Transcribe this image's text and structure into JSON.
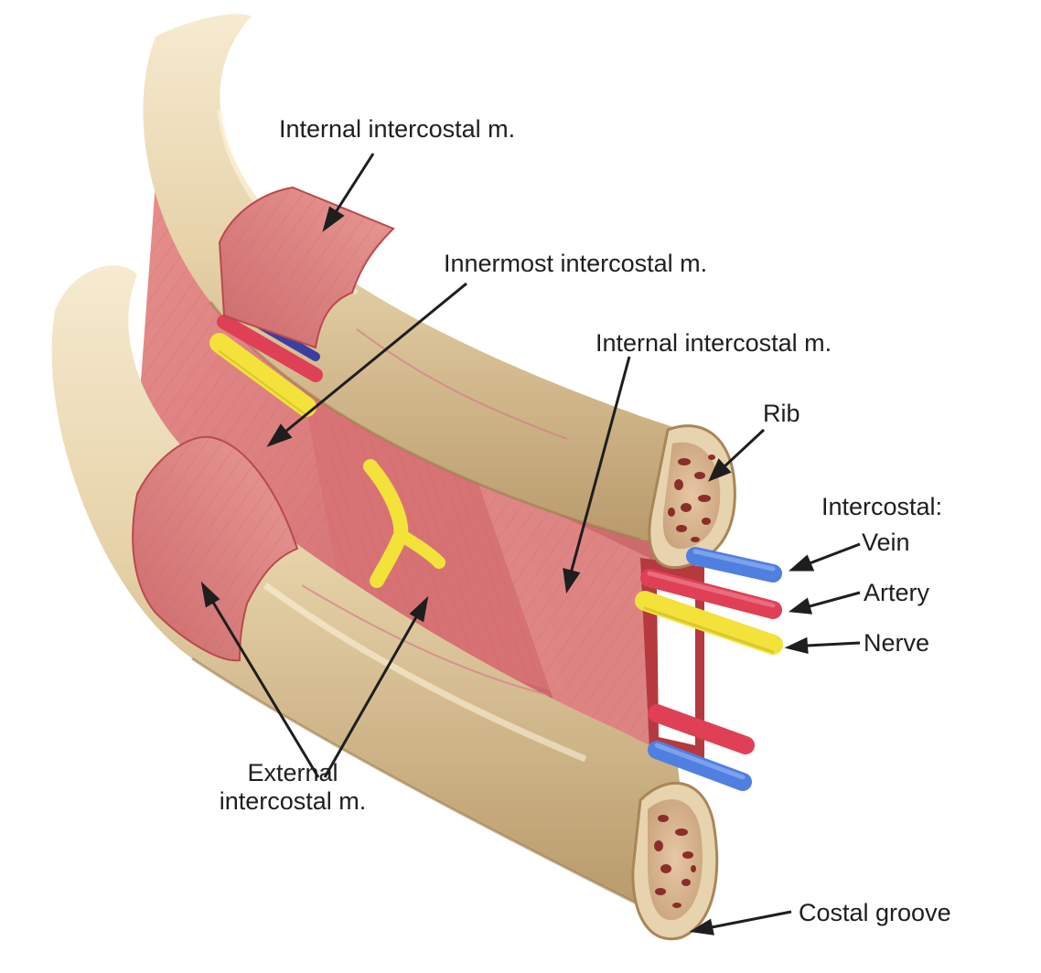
{
  "labels": {
    "internal_intercostal_top": "Internal intercostal m.",
    "innermost_intercostal": "Innermost intercostal m.",
    "internal_intercostal_right": "Internal intercostal m.",
    "rib": "Rib",
    "intercostal_heading": "Intercostal:",
    "vein": "Vein",
    "artery": "Artery",
    "nerve": "Nerve",
    "external_line1": "External",
    "external_line2": "intercostal m.",
    "costal_groove": "Costal groove"
  },
  "colors": {
    "bone": "#e9d8b2",
    "bone_shadow": "#b89a66",
    "muscle": "#dc7e7c",
    "muscle_dark": "#b84a4c",
    "marrow": "#8a2e2a",
    "vein": "#4f7fe0",
    "artery": "#df4055",
    "nerve": "#f2e23a"
  }
}
